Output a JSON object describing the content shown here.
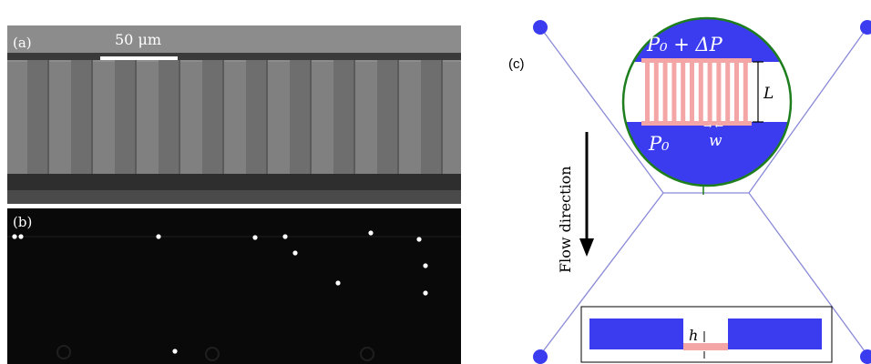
{
  "panel_a": {
    "label": "(a)",
    "scale_bar": "50 μm",
    "colors": {
      "background": "#7f7f7f",
      "stripe_dark": "#6a6a6a",
      "band_dark": "#2e2e2e"
    }
  },
  "panel_b": {
    "label": "(b)",
    "colors": {
      "background": "#090909",
      "particle": "#ffffff"
    }
  },
  "panel_c": {
    "label": "(c)",
    "flow_direction": "Flow direction",
    "top_pressure": "P₀ + ΔP",
    "bottom_pressure": "P₀",
    "length_label": "L",
    "width_label": "w",
    "height_label": "h",
    "colors": {
      "channel": "#3b3bf0",
      "constriction": "#f4a6a6",
      "outline": "#1e7e1e",
      "line": "#8a8ad8",
      "port": "#3b3bf0"
    }
  }
}
